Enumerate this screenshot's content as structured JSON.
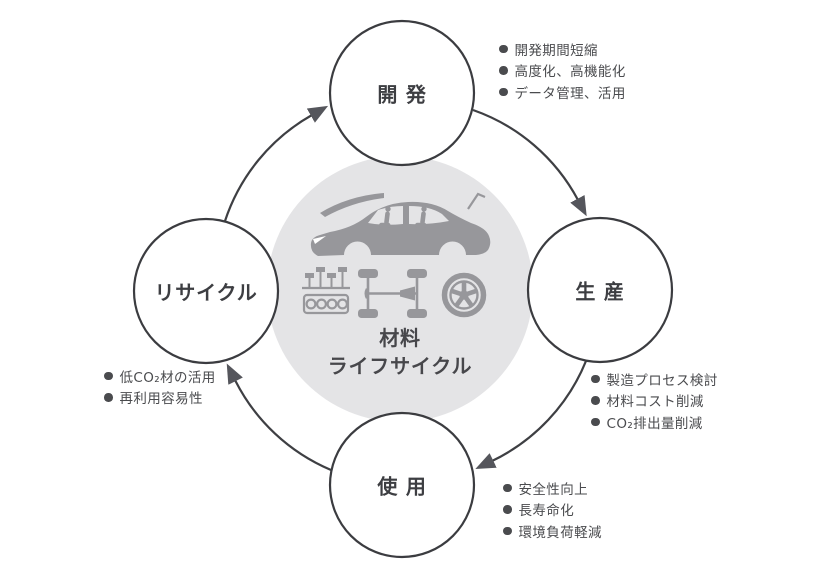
{
  "diagram": {
    "type": "cycle",
    "direction": "clockwise",
    "center": {
      "title_lines": [
        "材料",
        "ライフサイクル"
      ],
      "icons": [
        "car-side-icon",
        "engine-icon",
        "chassis-drivetrain-icon",
        "tire-wheel-icon"
      ]
    },
    "nodes": [
      {
        "id": "development",
        "label": "開 発",
        "position": "top",
        "points": [
          "開発期間短縮",
          "高度化、高機能化",
          "データ管理、活用"
        ]
      },
      {
        "id": "production",
        "label": "生 産",
        "position": "right",
        "points": [
          "製造プロセス検討",
          "材料コスト削減",
          "CO₂排出量削減"
        ]
      },
      {
        "id": "use",
        "label": "使 用",
        "position": "bottom",
        "points": [
          "安全性向上",
          "長寿命化",
          "環境負荷軽減"
        ]
      },
      {
        "id": "recycle",
        "label": "リサイクル",
        "position": "left",
        "points": [
          "低CO₂材の活用",
          "再利用容易性"
        ]
      }
    ],
    "arrows": [
      {
        "from": "development",
        "to": "production"
      },
      {
        "from": "production",
        "to": "use"
      },
      {
        "from": "use",
        "to": "recycle"
      },
      {
        "from": "recycle",
        "to": "development"
      }
    ],
    "colors": {
      "background": "#ffffff",
      "center_circle_fill": "#e4e4e6",
      "node_circle_fill": "#ffffff",
      "node_circle_stroke": "#3b3c40",
      "arrow_line": "#3e3f43",
      "arrow_head": "#55565c",
      "illustration_gray": "#97979b",
      "label_text": "#3d3e42",
      "point_text": "#4a4b4e",
      "center_title_text": "#47474b"
    }
  }
}
